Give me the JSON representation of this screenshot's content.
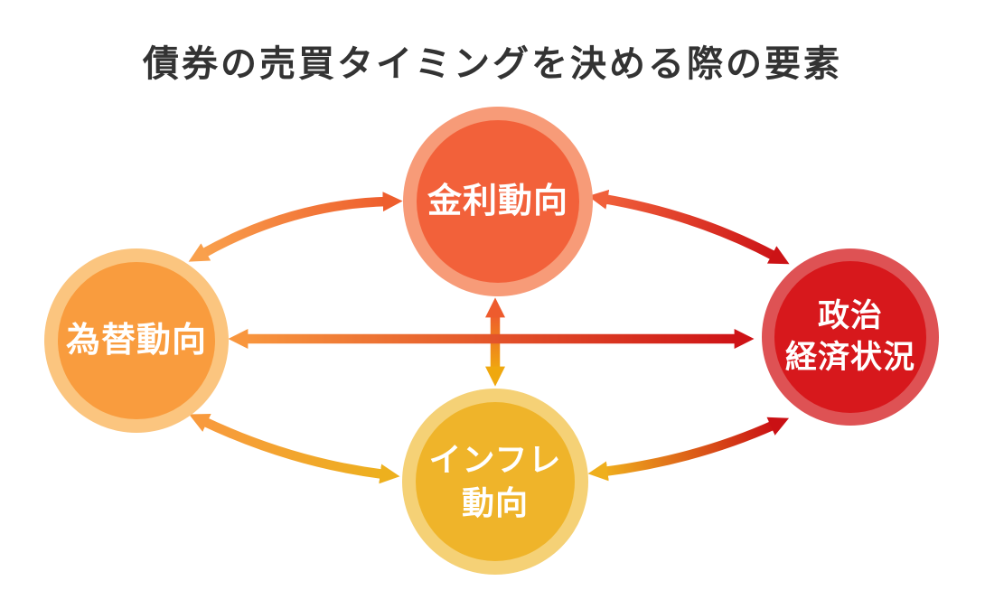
{
  "title": "債券の売買タイミングを決める際の要素",
  "nodes": [
    {
      "id": "interest-rate",
      "lines": [
        "金利動向"
      ]
    },
    {
      "id": "exchange-rate",
      "lines": [
        "為替動向"
      ]
    },
    {
      "id": "politics-economy",
      "lines": [
        "政治",
        "経済状況"
      ]
    },
    {
      "id": "inflation",
      "lines": [
        "インフレ",
        "動向"
      ]
    }
  ],
  "edges": [
    {
      "from": "為替動向",
      "to": "金利動向",
      "bidirectional": true
    },
    {
      "from": "金利動向",
      "to": "政治経済状況",
      "bidirectional": true
    },
    {
      "from": "為替動向",
      "to": "政治経済状況",
      "bidirectional": true
    },
    {
      "from": "金利動向",
      "to": "インフレ動向",
      "bidirectional": true
    },
    {
      "from": "為替動向",
      "to": "インフレ動向",
      "bidirectional": true
    },
    {
      "from": "インフレ動向",
      "to": "政治経済状況",
      "bidirectional": true
    }
  ],
  "colors": {
    "background": "#FFFFFF",
    "title_text": "#333333",
    "node_label_text": "#FFFFFF",
    "node_interest_fill": "#F2613A",
    "node_interest_ring": "#F79B78",
    "node_exchange_fill": "#F99C3E",
    "node_exchange_ring": "#FBC57F",
    "node_politics_fill": "#D7181C",
    "node_politics_ring": "#DE5254",
    "node_inflation_fill": "#EFB42A",
    "node_inflation_ring": "#F5D176",
    "arrow_exchange_interest_start": "#F9A04C",
    "arrow_exchange_interest_end": "#EE5E2D",
    "arrow_interest_politics_start": "#F0603A",
    "arrow_interest_politics_end": "#CC1316",
    "arrow_exchange_politics_start": "#F8963E",
    "arrow_exchange_politics_end": "#CE1316",
    "arrow_interest_inflation_start": "#EE5B2D",
    "arrow_interest_inflation_end": "#EFA80F",
    "arrow_exchange_inflation_start": "#F89A3D",
    "arrow_exchange_inflation_end": "#EDB01E",
    "arrow_inflation_politics_start": "#EFAF1D",
    "arrow_inflation_politics_end": "#CA1014"
  }
}
